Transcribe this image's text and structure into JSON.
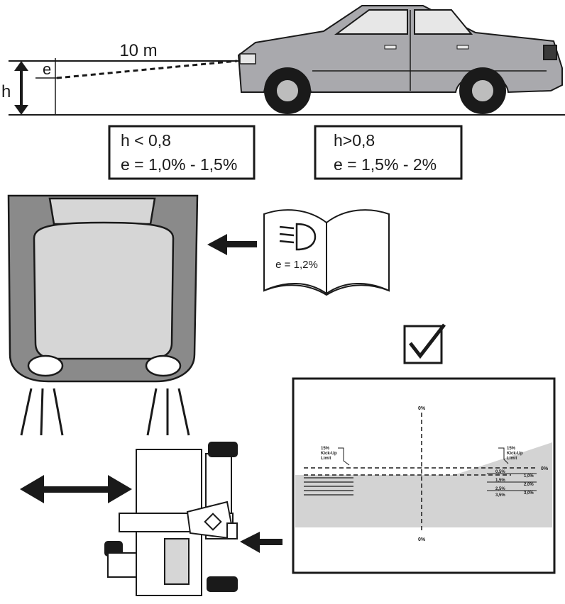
{
  "measure": {
    "distance": "10 m",
    "height_symbol": "h",
    "offset_symbol": "e"
  },
  "rule_boxes": [
    {
      "condition": "h < 0,8",
      "range": "e = 1,0% - 1,5%"
    },
    {
      "condition": "h>0,8",
      "range": "e = 1,5% - 2%"
    }
  ],
  "manual": {
    "icon": "low-beam-headlamp-icon",
    "value": "e = 1,2%"
  },
  "confirm_icon": "checkmark-icon",
  "screen": {
    "top_zero": "0%",
    "bottom_zero": "0%",
    "right_zero": "0%",
    "kickup_left": [
      "15%",
      "Kick-Up",
      "Limit"
    ],
    "kickup_right": [
      "15%",
      "Kick-Up",
      "Limit"
    ],
    "scale_left_col": [
      "0,5%",
      "1,5%",
      "2,5%",
      "3,5%"
    ],
    "scale_right_col": [
      "1,0%",
      "2,0%",
      "3,0%"
    ]
  },
  "colors": {
    "ink": "#1a1a1a",
    "car_body": "#a9a9ad",
    "headlamp_shell": "#8a8a8a",
    "hood": "#d6d6d6",
    "screen_shade": "#d3d3d3"
  }
}
